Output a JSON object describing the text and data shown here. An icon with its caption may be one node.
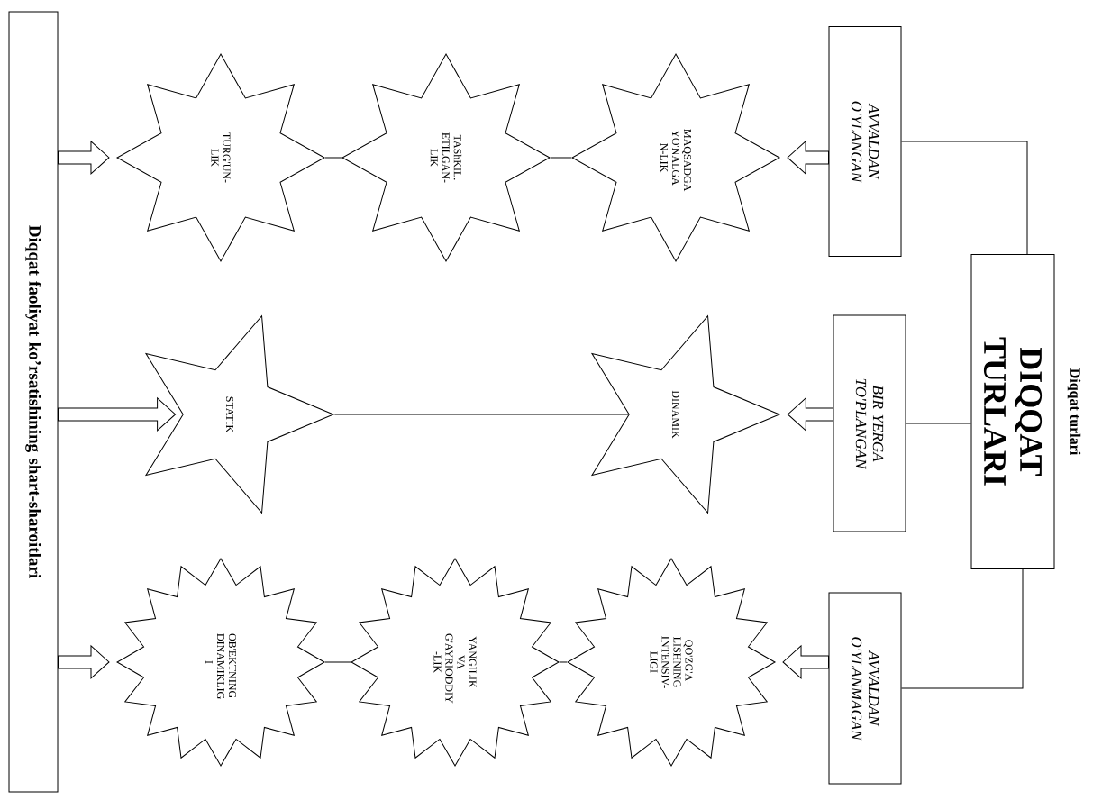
{
  "diagram": {
    "title": "Diqqat turlari",
    "nodes": [
      {
        "text": [
          "DIQQAT TURLARI"
        ]
      },
      {
        "text": [
          "AVVALDAN O'YLANGAN"
        ]
      },
      {
        "text": [
          "BIR YERGA TO'PLANGAN"
        ]
      },
      {
        "text": [
          "AVVALDAN O'YLANMAGAN"
        ]
      },
      {
        "text": [
          "MAQSADGA YO'NALGA N-LIK"
        ]
      },
      {
        "text": [
          "TAShKIL. ETILGAN-LIK"
        ]
      },
      {
        "text": [
          "TURG'UN-LIK"
        ]
      },
      {
        "text": [
          "DINAMIK"
        ]
      },
      {
        "text": [
          "STATIK"
        ]
      },
      {
        "text": [
          "QO'ZG'A-LISHNING INTENSIV-LIGI"
        ]
      },
      {
        "text": [
          "YANGILIK VA G'AYRIODDIY -LIK"
        ]
      },
      {
        "text": [
          "OB'EKTNING DINAMIKLIG I"
        ]
      },
      {
        "text": [
          "Diqqat faoliyat ko’rsatishining shart-sharoitlari"
        ]
      }
    ],
    "edges": [
      {
        "from": 0,
        "to": 1,
        "arrow": "none"
      },
      {
        "from": 0,
        "to": 2,
        "arrow": "none"
      },
      {
        "from": 0,
        "to": 3,
        "arrow": "none"
      },
      {
        "from": 1,
        "to": 4,
        "arrow": "to"
      },
      {
        "from": 2,
        "to": 7,
        "arrow": "to"
      },
      {
        "from": 3,
        "to": 9,
        "arrow": "to"
      },
      {
        "from": 4,
        "to": 5,
        "arrow": "none"
      },
      {
        "from": 5,
        "to": 6,
        "arrow": "none"
      },
      {
        "from": 7,
        "to": 8,
        "arrow": "none"
      },
      {
        "from": 9,
        "to": 10,
        "arrow": "none"
      },
      {
        "from": 10,
        "to": 11,
        "arrow": "none"
      },
      {
        "from": 12,
        "to": 6,
        "arrow": "to"
      },
      {
        "from": 12,
        "to": 8,
        "arrow": "to"
      },
      {
        "from": 12,
        "to": 11,
        "arrow": "to"
      }
    ]
  }
}
